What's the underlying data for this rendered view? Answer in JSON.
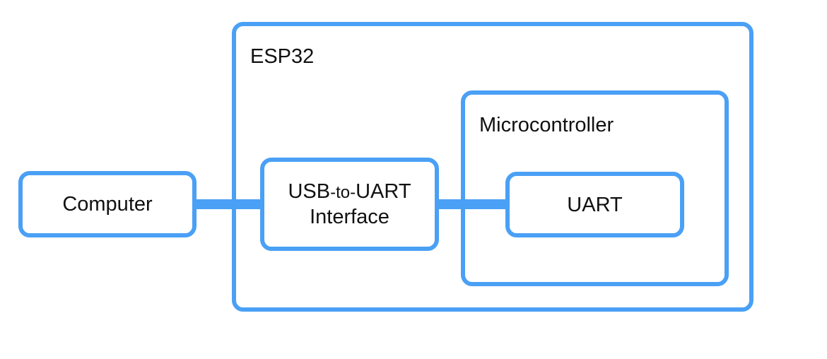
{
  "diagram": {
    "title": "ESP32 serial connection block diagram",
    "accent_color": "#4aa0f5",
    "nodes": {
      "computer": {
        "label": "Computer"
      },
      "esp32": {
        "label": "ESP32"
      },
      "usb_to_uart": {
        "label_line1_a": "USB",
        "label_line1_b": "-to-",
        "label_line1_c": "UART",
        "label_line2": "Interface"
      },
      "microcontroller": {
        "label": "Microcontroller"
      },
      "uart": {
        "label": "UART"
      }
    },
    "edges": [
      {
        "from": "Computer",
        "to": "USB-to-UART Interface"
      },
      {
        "from": "USB-to-UART Interface",
        "to": "UART"
      }
    ]
  }
}
